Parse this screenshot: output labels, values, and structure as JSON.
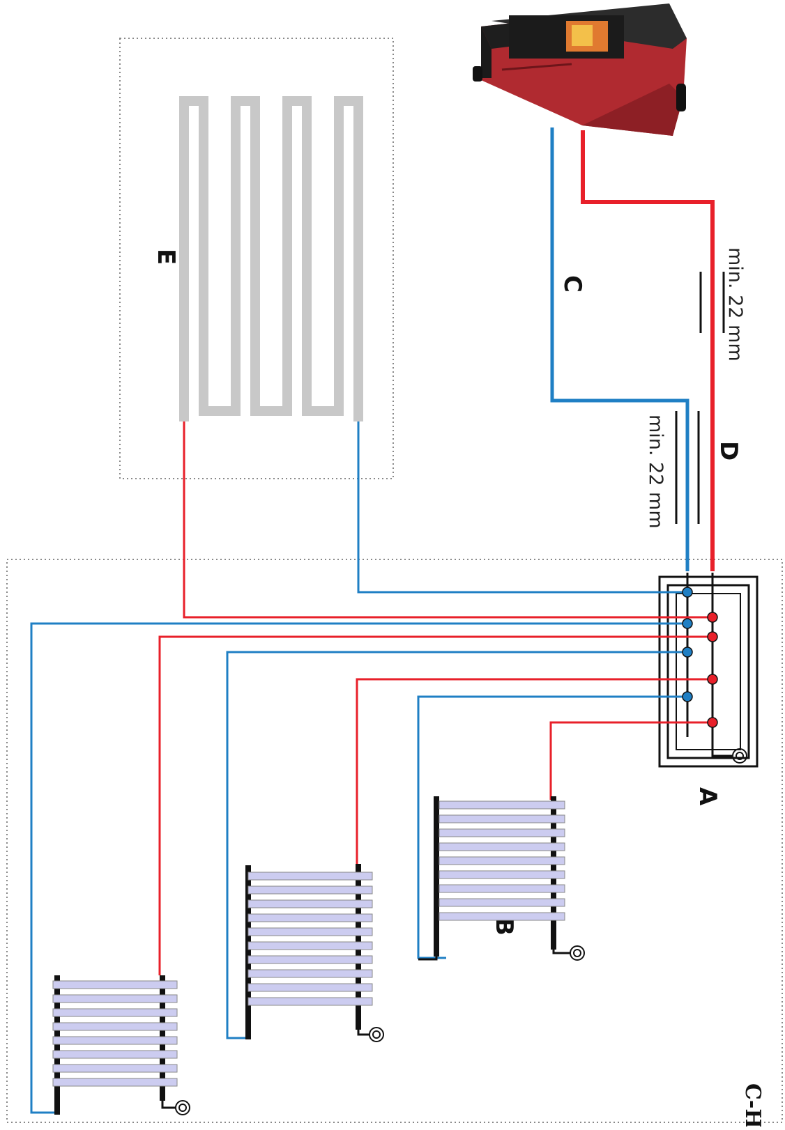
{
  "labels": {
    "A": "A",
    "B": "B",
    "C": "C",
    "D": "D",
    "E": "E",
    "CH": "C-H"
  },
  "dimensions": {
    "supply_pipe": "min. 22 mm",
    "return_pipe": "min. 22 mm"
  },
  "colors": {
    "supply": "#e8202a",
    "return": "#1f7fc4",
    "floor_loop": "#c8c8c8",
    "radiator": "#ccccf0",
    "stove_body": "#b02a30",
    "stove_top": "#2a2a2a",
    "manifold_frame": "#111111",
    "boundary": "#888888"
  },
  "icons": {
    "stove": "pellet-stove-icon",
    "valve": "bleed-valve-icon"
  }
}
